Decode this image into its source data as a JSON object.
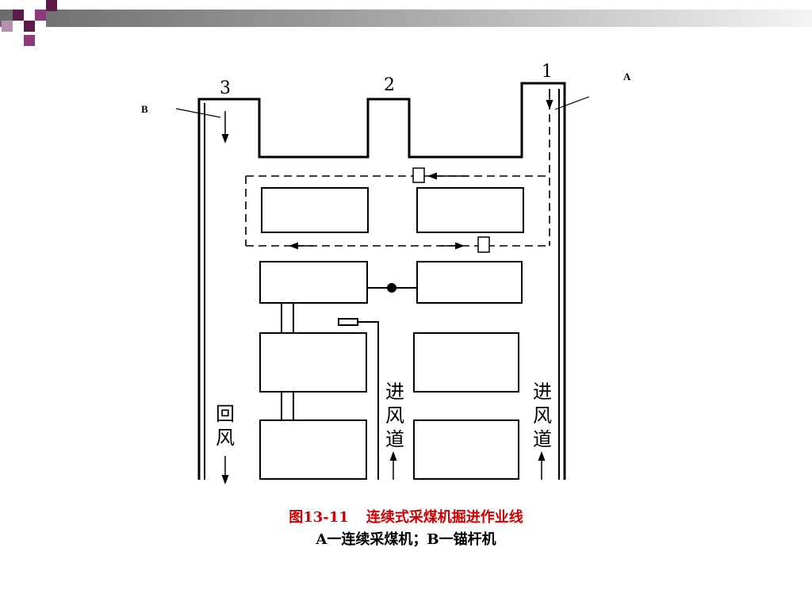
{
  "slide": {
    "accent_colors": [
      "#5c1a4a",
      "#8c3a7c",
      "#9a9a9a",
      "#f4f4f4"
    ]
  },
  "labels": {
    "callout_a": "A",
    "callout_b": "B",
    "entry_1": "1",
    "entry_2": "2",
    "entry_3": "3",
    "return_air": [
      "回",
      "风"
    ],
    "intake_air_middle": [
      "进",
      "风",
      "道"
    ],
    "intake_air_right": [
      "进",
      "风",
      "道"
    ]
  },
  "caption": {
    "figure_number": "图13-11",
    "figure_title": "连续式采煤机掘进作业线",
    "legend": "A一连续采煤机；B一锚杆机"
  }
}
